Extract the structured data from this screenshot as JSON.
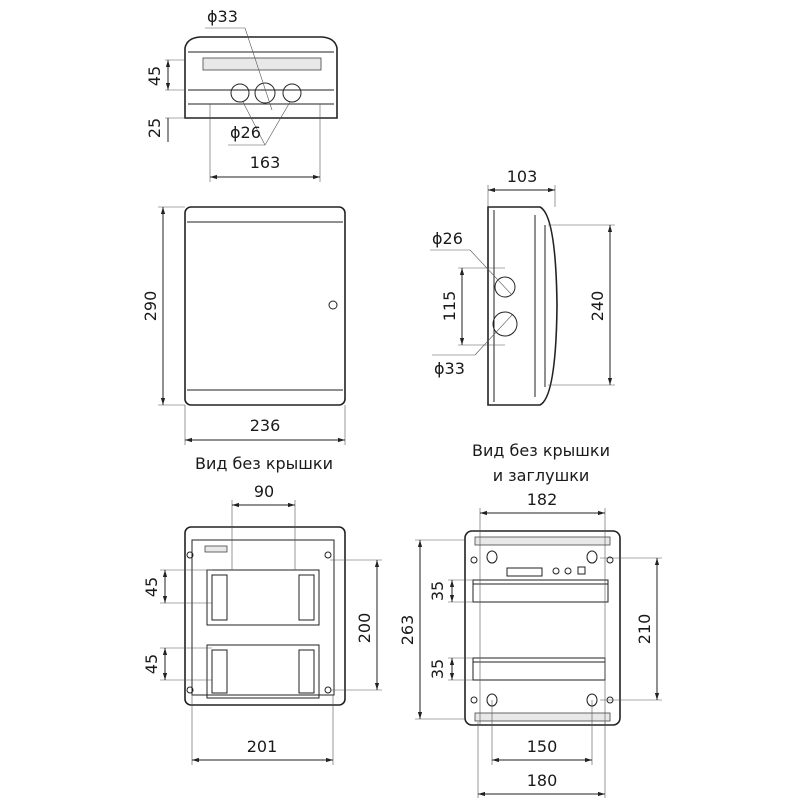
{
  "top_view": {
    "dia_large": "ϕ33",
    "dia_small": "ϕ26",
    "height_45": "45",
    "depth_25": "25",
    "width_163": "163"
  },
  "front_view": {
    "height": "290",
    "width": "236"
  },
  "side_view": {
    "width": "103",
    "dia_small": "ϕ26",
    "dia_large": "ϕ33",
    "spacing": "115",
    "height": "240"
  },
  "no_cover_view": {
    "title": "Вид без крышки",
    "width_90": "90",
    "module_1": "45",
    "module_2": "45",
    "height_200": "200",
    "width_201": "201"
  },
  "no_cover_plug_view": {
    "title_line1": "Вид без крышки",
    "title_line2": "и заглушки",
    "width_182": "182",
    "height_263": "263",
    "rail_1": "35",
    "rail_2": "35",
    "height_210": "210",
    "width_150": "150",
    "width_180": "180"
  }
}
